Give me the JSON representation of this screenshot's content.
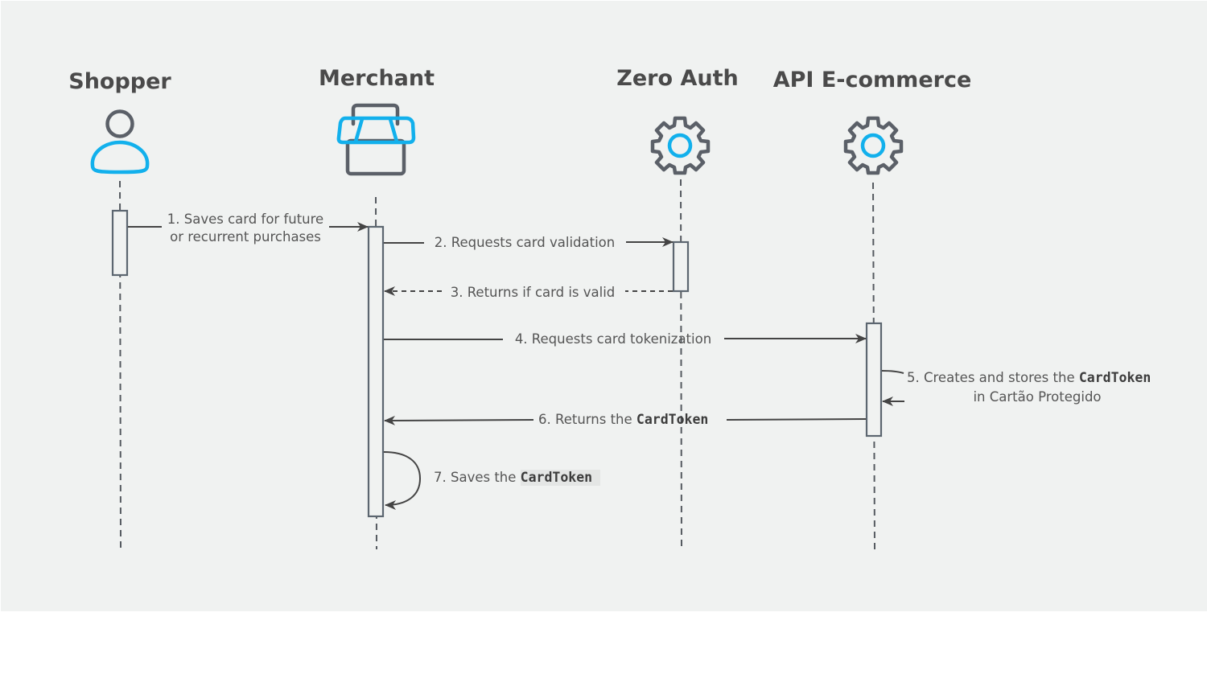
{
  "diagram": {
    "type": "sequence",
    "actors": [
      {
        "id": "shopper",
        "label": "Shopper",
        "icon": "person-icon"
      },
      {
        "id": "merchant",
        "label": "Merchant",
        "icon": "store-icon"
      },
      {
        "id": "zero_auth",
        "label": "Zero Auth",
        "icon": "gear-icon"
      },
      {
        "id": "api_ecommerce",
        "label": "API E-commerce",
        "icon": "gear-icon"
      }
    ],
    "messages": [
      {
        "step": 1,
        "from": "shopper",
        "to": "merchant",
        "style": "solid",
        "line1": "1. Saves card for future",
        "line2": "or recurrent purchases"
      },
      {
        "step": 2,
        "from": "merchant",
        "to": "zero_auth",
        "style": "solid",
        "text": "2. Requests card validation"
      },
      {
        "step": 3,
        "from": "zero_auth",
        "to": "merchant",
        "style": "dashed",
        "text": "3. Returns if card is valid"
      },
      {
        "step": 4,
        "from": "merchant",
        "to": "api_ecommerce",
        "style": "solid",
        "text": "4. Requests card tokenization"
      },
      {
        "step": 5,
        "from": "api_ecommerce",
        "to": "api_ecommerce",
        "style": "self",
        "prefix": "5. Creates and stores the ",
        "code": "CardToken",
        "line2": "in Cartão Protegido"
      },
      {
        "step": 6,
        "from": "api_ecommerce",
        "to": "merchant",
        "style": "solid",
        "prefix": "6. Returns the ",
        "code": "CardToken"
      },
      {
        "step": 7,
        "from": "merchant",
        "to": "merchant",
        "style": "self",
        "prefix": "7. Saves the ",
        "code": "CardToken"
      }
    ],
    "colors": {
      "background": "#f0f2f1",
      "accent": "#12b0ec",
      "icon_gray": "#5b6068",
      "text": "#555555"
    }
  }
}
